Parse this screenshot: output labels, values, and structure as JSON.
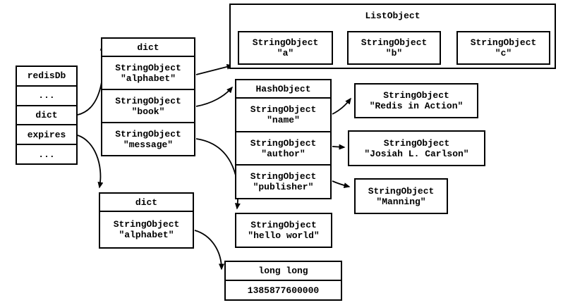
{
  "colors": {
    "background": "#ffffff",
    "line": "#000000"
  },
  "left_stack": {
    "rows": [
      "redisDb",
      "...",
      "dict",
      "expires",
      "..."
    ]
  },
  "dict_top": {
    "header": "dict",
    "rows": [
      {
        "type": "StringObject",
        "value": "\"alphabet\""
      },
      {
        "type": "StringObject",
        "value": "\"book\""
      },
      {
        "type": "StringObject",
        "value": "\"message\""
      }
    ]
  },
  "list_object": {
    "header": "ListObject",
    "items": [
      {
        "type": "StringObject",
        "value": "\"a\""
      },
      {
        "type": "StringObject",
        "value": "\"b\""
      },
      {
        "type": "StringObject",
        "value": "\"c\""
      }
    ]
  },
  "hash_object": {
    "header": "HashObject",
    "rows": [
      {
        "type": "StringObject",
        "value": "\"name\""
      },
      {
        "type": "StringObject",
        "value": "\"author\""
      },
      {
        "type": "StringObject",
        "value": "\"publisher\""
      }
    ]
  },
  "hash_values": {
    "name": {
      "type": "StringObject",
      "value": "\"Redis in Action\""
    },
    "author": {
      "type": "StringObject",
      "value": "\"Josiah L. Carlson\""
    },
    "publisher": {
      "type": "StringObject",
      "value": "\"Manning\""
    }
  },
  "dict_bottom": {
    "header": "dict",
    "rows": [
      {
        "type": "StringObject",
        "value": "\"alphabet\""
      }
    ]
  },
  "hello_world": {
    "type": "StringObject",
    "value": "\"hello world\""
  },
  "long_long": {
    "header": "long long",
    "value": "1385877600000"
  }
}
